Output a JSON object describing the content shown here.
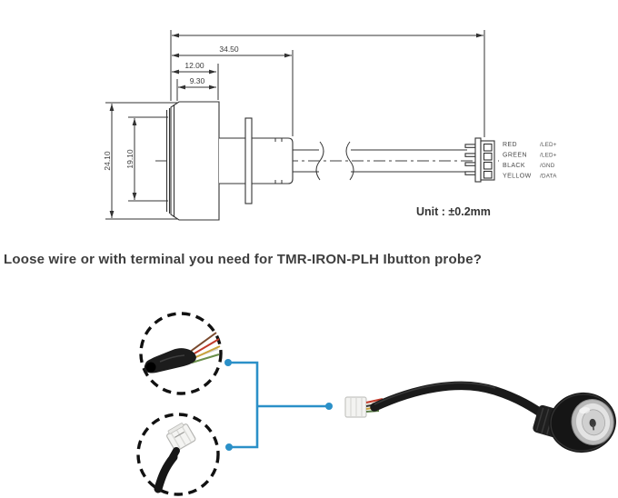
{
  "question": {
    "text": "Loose wire or with terminal you need for TMR-IRON-PLH Ibutton probe?"
  },
  "drawing": {
    "dimensions": {
      "overall_length": "34.50",
      "head_length": "12.00",
      "rim_length": "9.30",
      "outer_diameter": "24.10",
      "inner_diameter": "19.10"
    },
    "unit_note": "Unit : ±0.2mm",
    "wire_table": {
      "rows": [
        {
          "wire": "RED",
          "signal": "/LED+"
        },
        {
          "wire": "GREEN",
          "signal": "/LED+"
        },
        {
          "wire": "BLACK",
          "signal": "/GND"
        },
        {
          "wire": "YELLOW",
          "signal": "/DATA"
        }
      ]
    },
    "line_color": "#333333"
  },
  "figure": {
    "accent_color": "#2b90c8",
    "callouts": [
      {
        "name": "loose wire end detail"
      },
      {
        "name": "terminal connector end detail"
      }
    ]
  }
}
